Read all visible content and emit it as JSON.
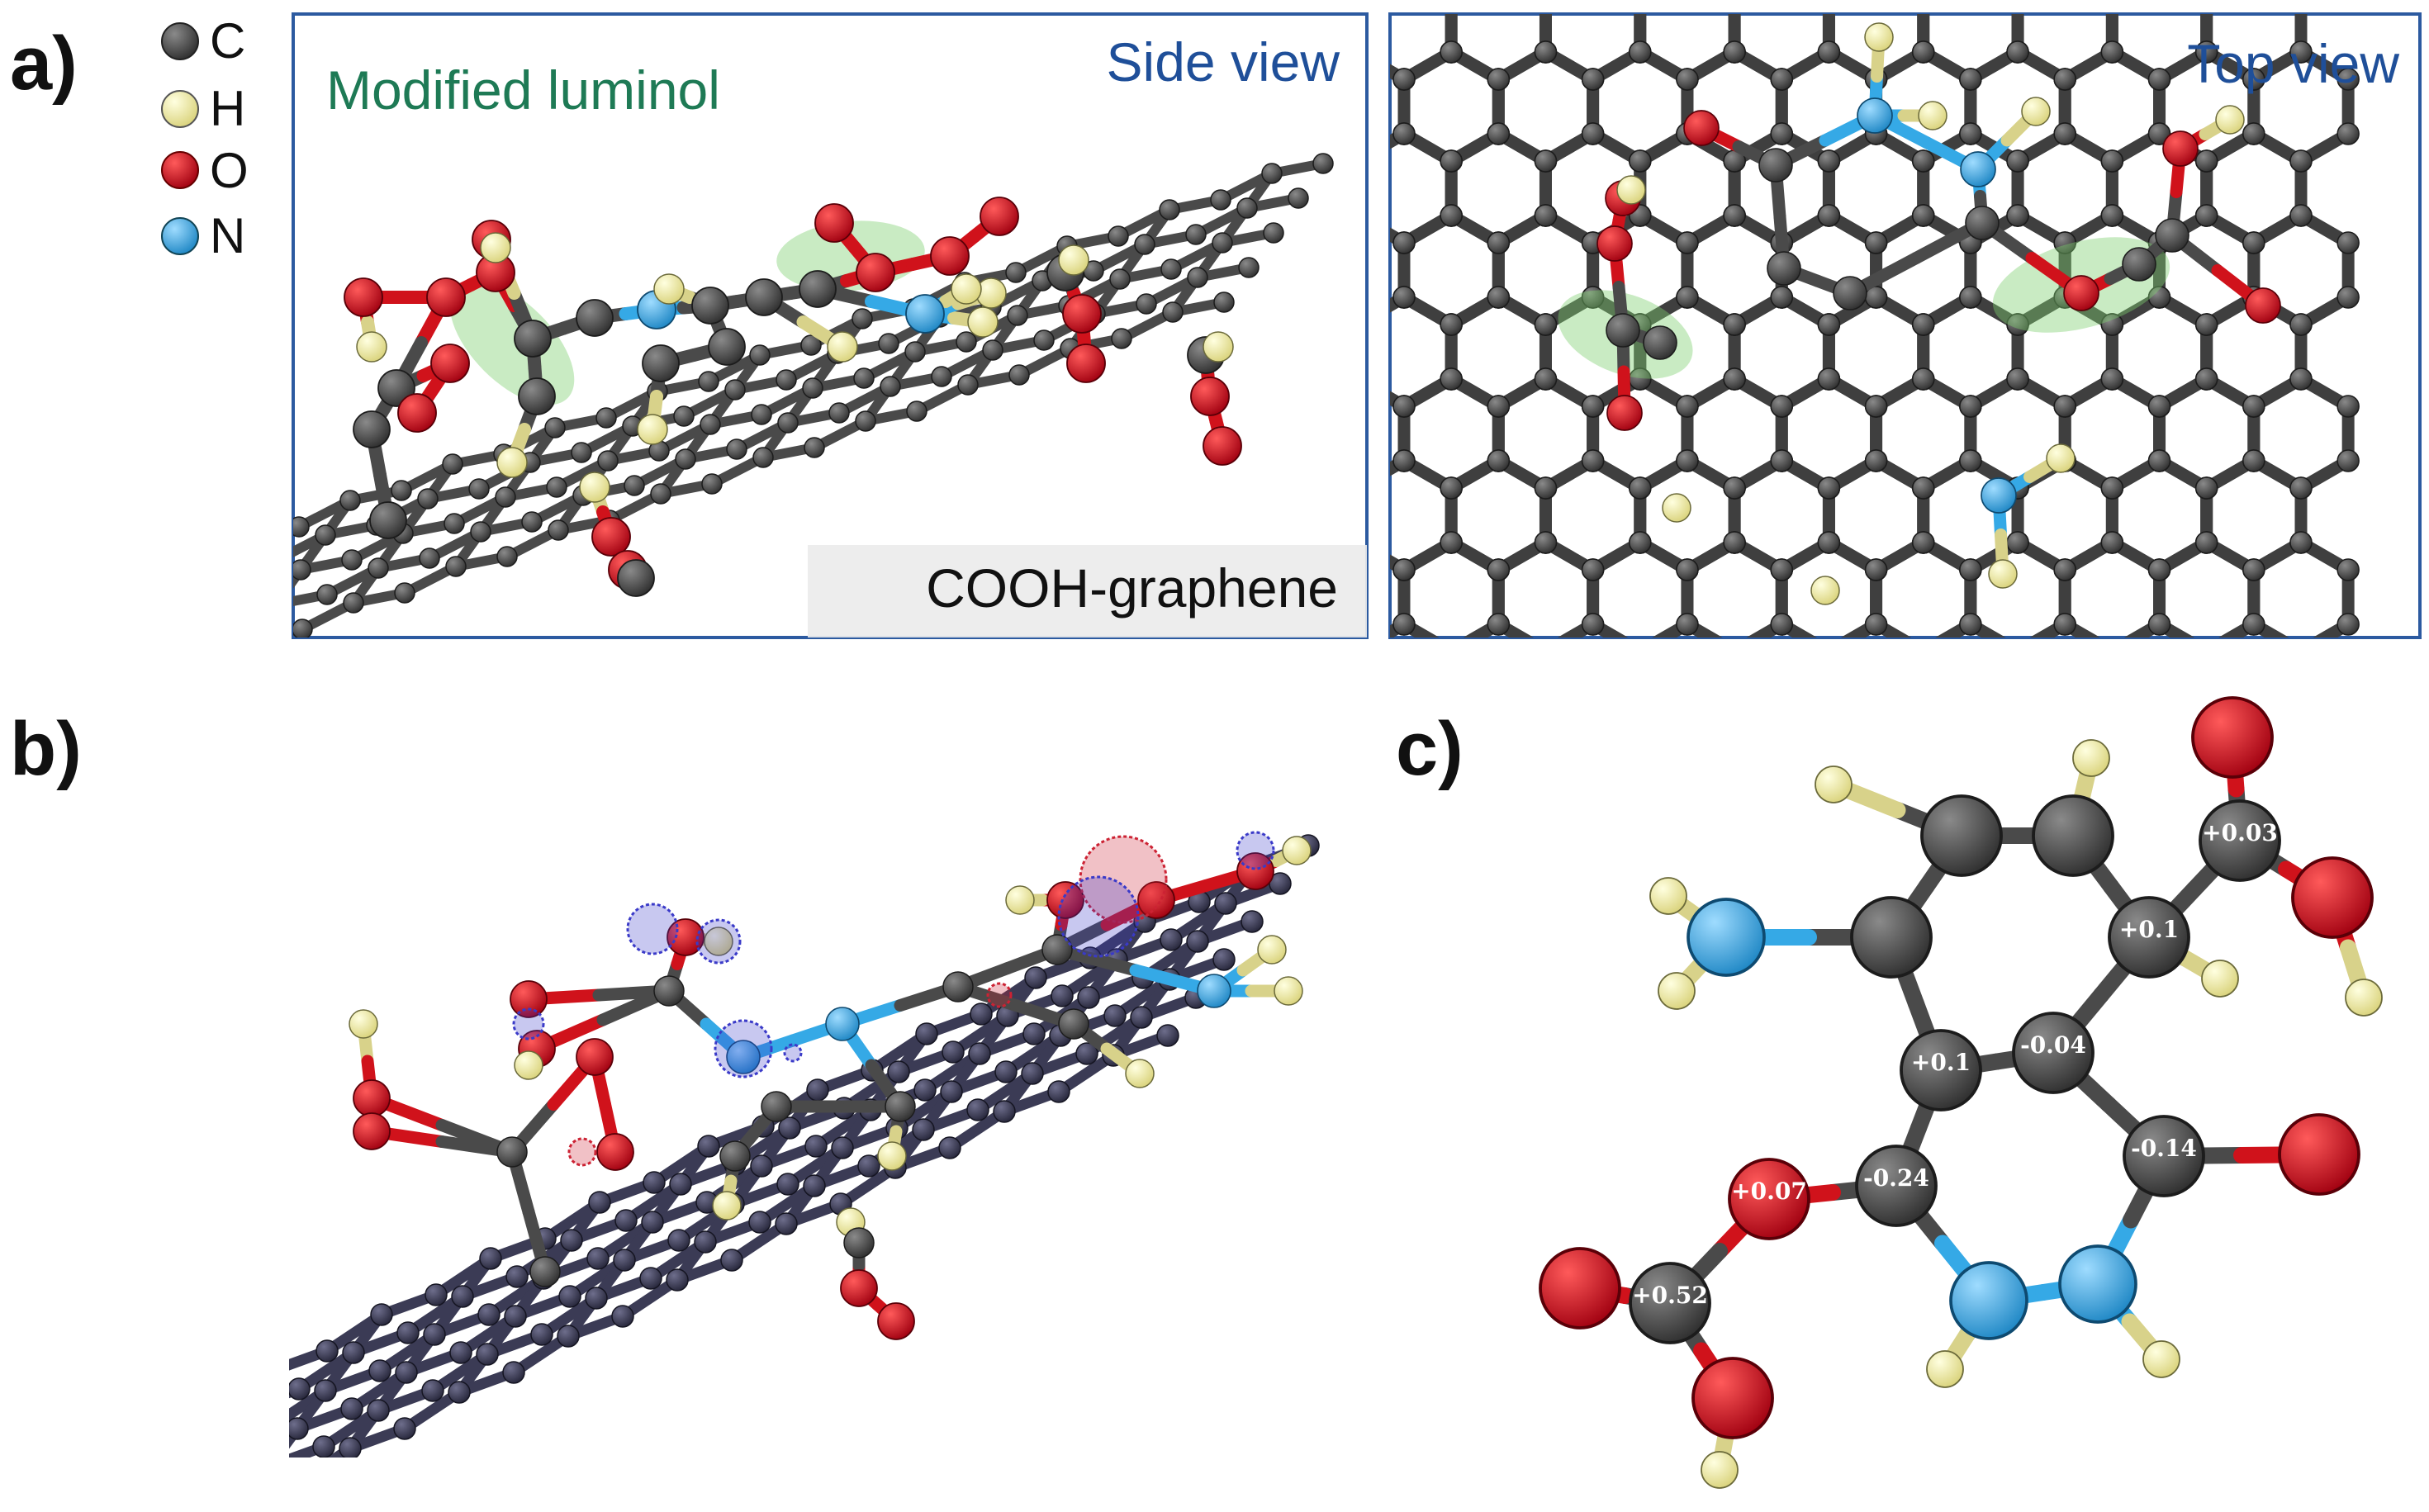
{
  "panels": {
    "a": "a)",
    "b": "b)",
    "c": "c)"
  },
  "legend": [
    {
      "symbol": "C",
      "color": "#4a4a4a",
      "icon": "carbon-atom-icon"
    },
    {
      "symbol": "H",
      "color": "#f6f1a0",
      "icon": "hydrogen-atom-icon"
    },
    {
      "symbol": "O",
      "color": "#d0121b",
      "icon": "oxygen-atom-icon"
    },
    {
      "symbol": "N",
      "color": "#35a9e6",
      "icon": "nitrogen-atom-icon"
    }
  ],
  "side_view": {
    "title": "Modified luminol",
    "view_label": "Side view",
    "graphene_label": "COOH-graphene"
  },
  "top_view": {
    "view_label": "Top view"
  },
  "charges": [
    "+0.03",
    "+0.1",
    "+0.1",
    "-0.04",
    "-0.14",
    "+0.07",
    "-0.24",
    "+0.52"
  ],
  "colors": {
    "carbon": "#4a4a4a",
    "hydrogen": "#f6f1a0",
    "oxygen": "#d0121b",
    "nitrogen": "#35a9e6",
    "frame": "#2c5aa0",
    "highlight": "#7fcf70",
    "graphene_b": "#3b3b55",
    "iso_red": "#cc2233",
    "iso_blue": "#3a3ac8"
  }
}
